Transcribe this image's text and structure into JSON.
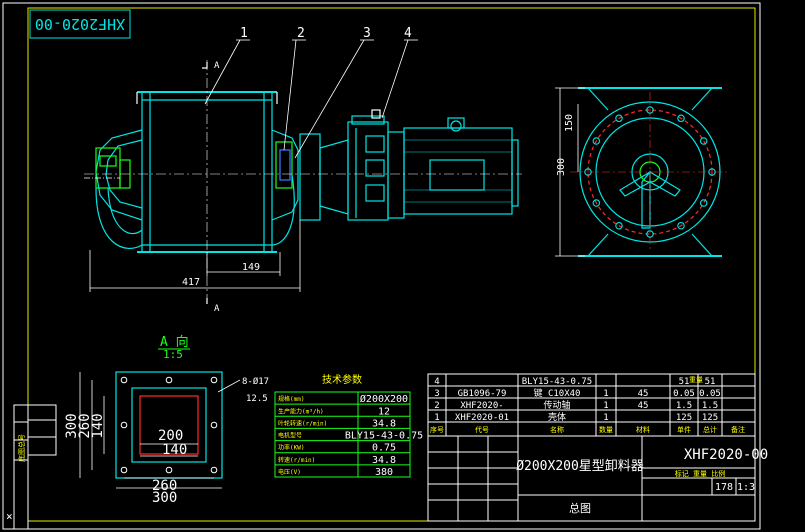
{
  "title_stamp": "XHF2020-00",
  "balloons": [
    "1",
    "2",
    "3",
    "4"
  ],
  "section_marker": "A",
  "side_view_dims": {
    "overall_width": "417",
    "flange_offset": "149"
  },
  "end_view_dims": {
    "height": "300",
    "half_height": "150"
  },
  "detail_view": {
    "title": "A 向",
    "scale": "1:5",
    "dims": {
      "h300": "300",
      "h260": "260",
      "h140": "140",
      "w200": "200",
      "w140": "140",
      "w260": "260",
      "w300": "300"
    },
    "hole_note": "8-Ø17",
    "hole_spacing": "12.5"
  },
  "spec_table": {
    "title": "技术参数",
    "rows": [
      {
        "label": "规格(mm)",
        "value": "Ø200X200"
      },
      {
        "label": "生产能力(m³/h)",
        "value": "12"
      },
      {
        "label": "叶轮转速(r/min)",
        "value": "34.8"
      },
      {
        "label": "电机型号",
        "value": "BLY15-43-0.75"
      },
      {
        "label": "功率(KW)",
        "value": "0.75"
      },
      {
        "label": "转速(r/min)",
        "value": "34.8"
      },
      {
        "label": "电压(V)",
        "value": "380"
      }
    ]
  },
  "parts_list": {
    "rows": [
      {
        "no": "4",
        "code": "",
        "name": "BLY15-43-0.75",
        "qty": "",
        "mat": "",
        "w1": "51",
        "w2": "51"
      },
      {
        "no": "3",
        "code": "GB1096-79",
        "name": "键 C10X40",
        "qty": "1",
        "mat": "45",
        "w1": "0.05",
        "w2": "0.05"
      },
      {
        "no": "2",
        "code": "XHF2020-",
        "name": "传动轴",
        "qty": "1",
        "mat": "45",
        "w1": "1.5",
        "w2": "1.5"
      },
      {
        "no": "1",
        "code": "XHF2020-01",
        "name": "壳体",
        "qty": "1",
        "mat": "",
        "w1": "125",
        "w2": "125"
      }
    ],
    "header": [
      "序号",
      "代号",
      "名称",
      "数量",
      "材料",
      "单件",
      "总计",
      "备注"
    ],
    "weight_label": "重量"
  },
  "title_block": {
    "product": "Ø200X200星型卸料器",
    "drawing_no": "XHF2020-00",
    "sheet_name": "总图",
    "weight_scale_header": "标记 重量 比例",
    "weight": "178",
    "scale": "1:3"
  },
  "left_strip_label": "底图总号",
  "colors": {
    "outline": "#00e5e5",
    "dim": "#ffffff",
    "hidden": "#ff2a2a",
    "border": "#e8e800",
    "green": "#19ff19",
    "yellow": "#ffff00"
  }
}
